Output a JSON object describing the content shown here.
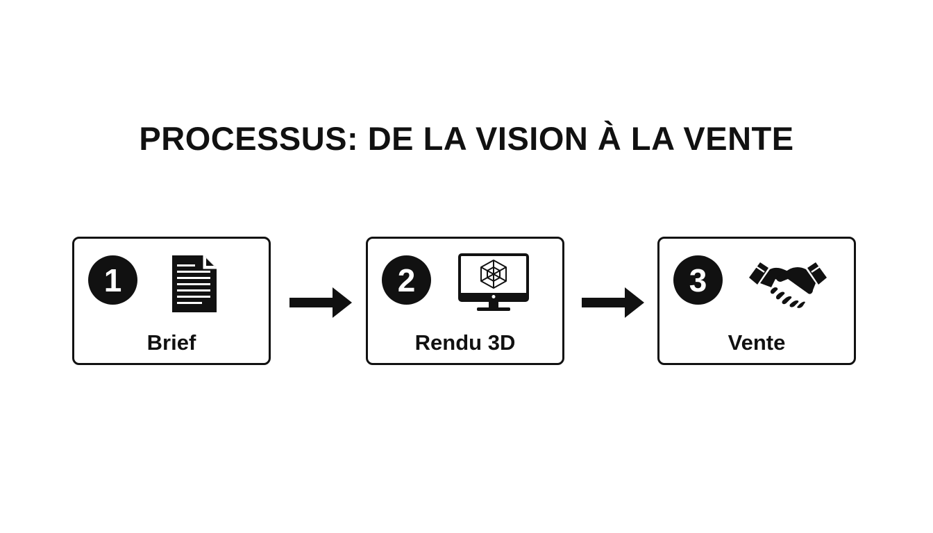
{
  "title": "PROCESSUS: DE LA VISION À LA VENTE",
  "steps": [
    {
      "number": "1",
      "label": "Brief",
      "icon": "document-icon"
    },
    {
      "number": "2",
      "label": "Rendu 3D",
      "icon": "monitor-3d-cube-icon"
    },
    {
      "number": "3",
      "label": "Vente",
      "icon": "handshake-icon"
    }
  ],
  "connectors": [
    "arrow-right-icon",
    "arrow-right-icon"
  ],
  "colors": {
    "ink": "#111111",
    "background": "#ffffff"
  }
}
